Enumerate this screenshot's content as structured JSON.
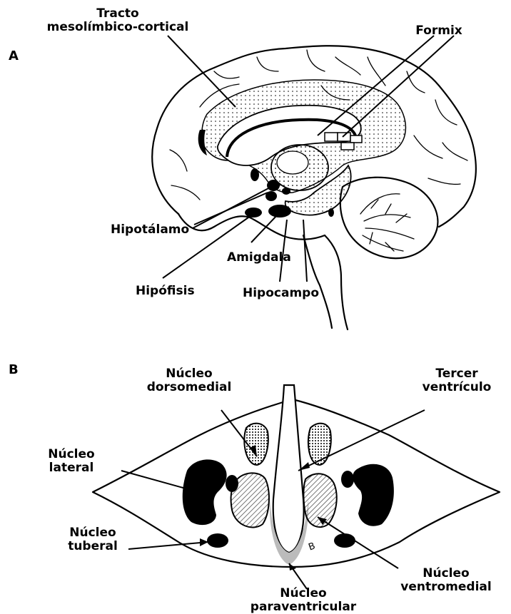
{
  "panels": [
    {
      "letter": "A"
    },
    {
      "letter": "B"
    }
  ],
  "panel_a": {
    "tract_line1": "Tracto",
    "tract_line2": "mesolímbico-cortical",
    "fornix": "Formix",
    "hypothalamus": "Hipotálamo",
    "amygdala": "Amigdala",
    "pituitary": "Hipófisis",
    "hippocampus": "Hipocampo"
  },
  "panel_b": {
    "dorsomedial_line1": "Núcleo",
    "dorsomedial_line2": "dorsomedial",
    "third_ventricle_line1": "Tercer",
    "third_ventricle_line2": "ventrículo",
    "lateral_line1": "Núcleo",
    "lateral_line2": "lateral",
    "tuberal_line1": "Núcleo",
    "tuberal_line2": "tuberal",
    "ventromedial_line1": "Núcleo",
    "ventromedial_line2": "ventromedial",
    "paraventricular_line1": "Núcleo",
    "paraventricular_line2": "paraventricular",
    "small_mark": "B"
  }
}
